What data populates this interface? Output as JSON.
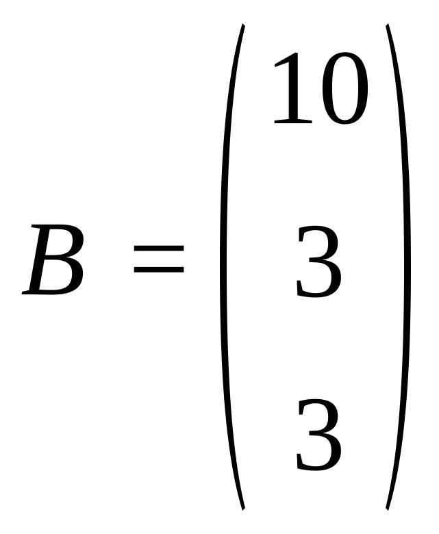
{
  "equation": {
    "variable": "B",
    "operator": "=",
    "matrix": [
      "10",
      "3",
      "3"
    ]
  }
}
